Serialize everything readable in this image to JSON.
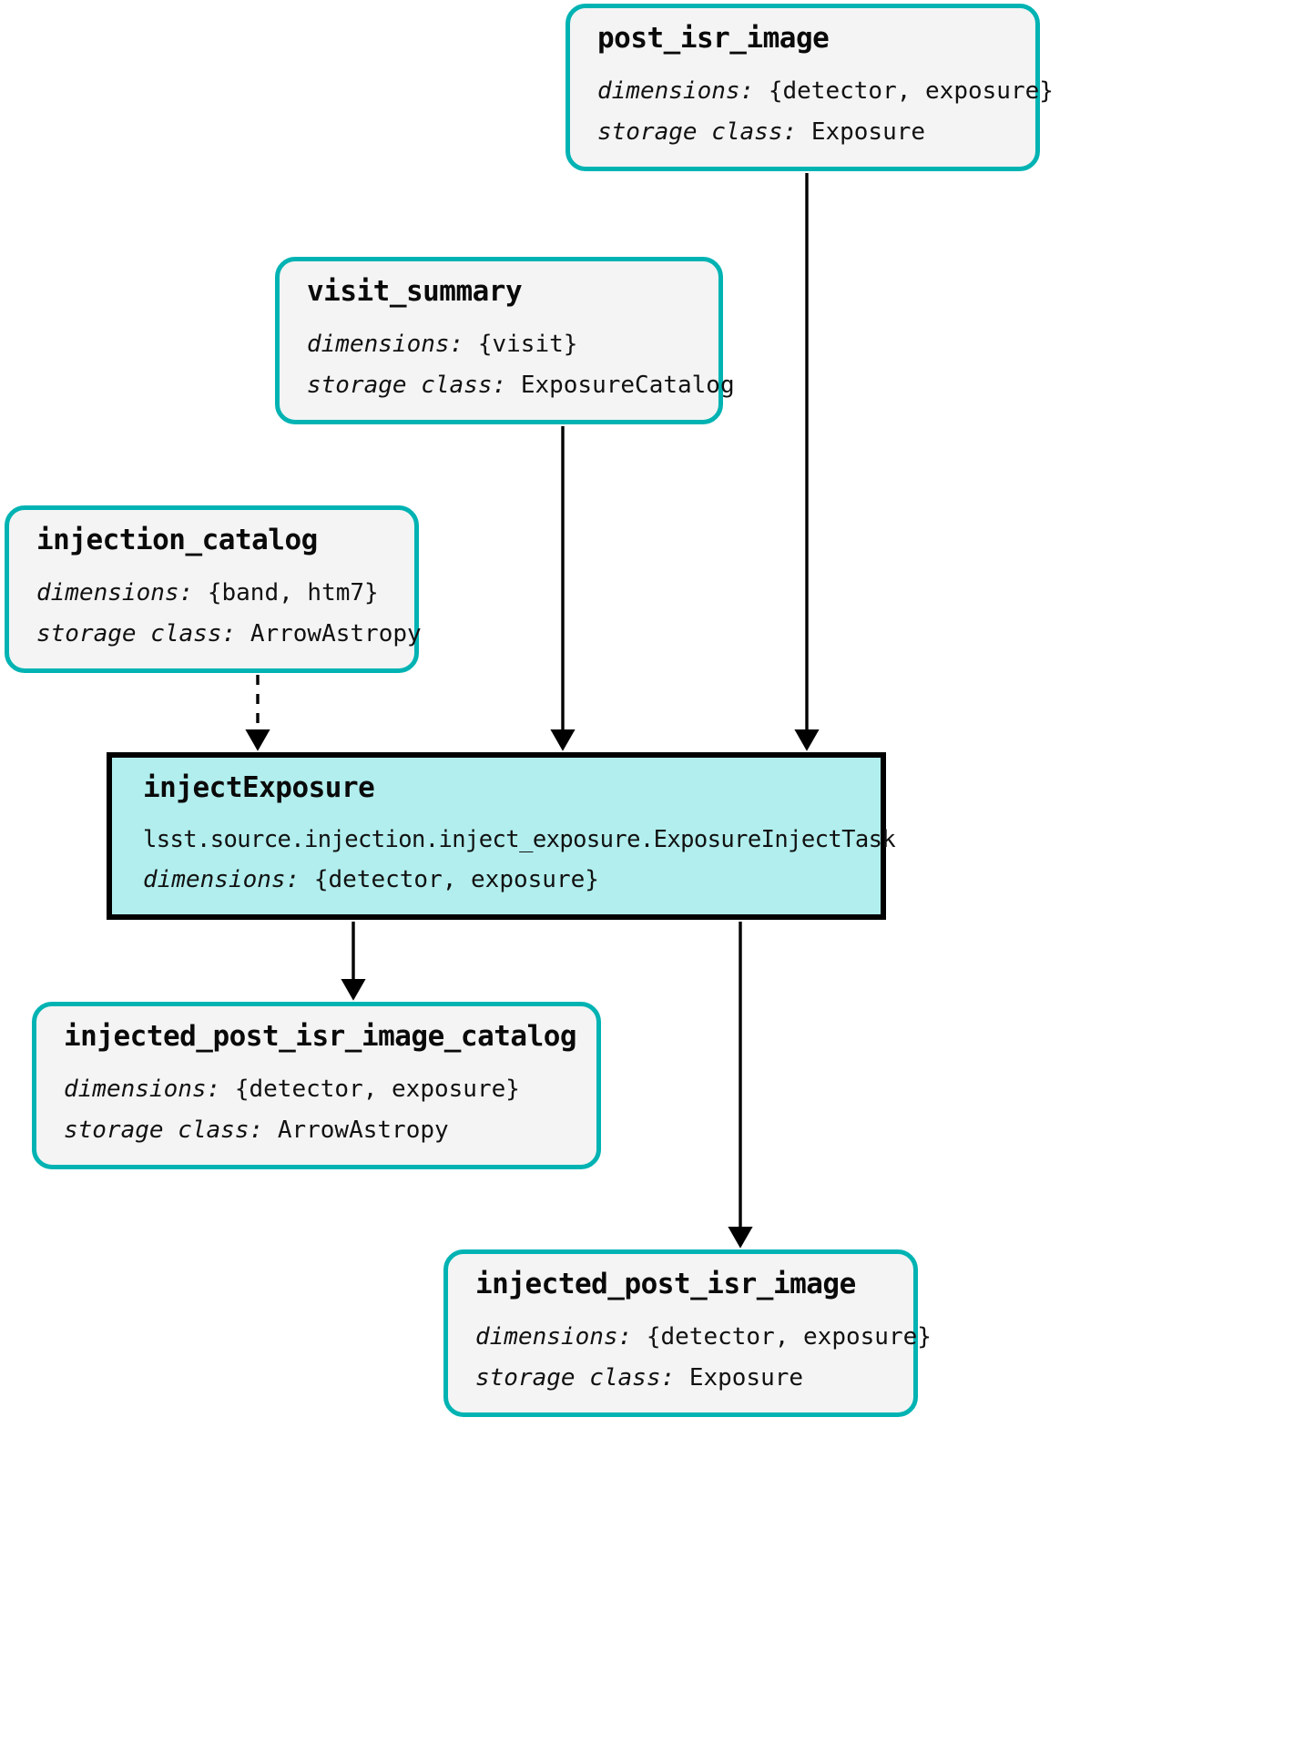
{
  "diagram": {
    "type": "pipeline-task-graph",
    "colors": {
      "dataset_border": "#00b3b3",
      "dataset_fill": "#f4f4f4",
      "task_border": "#000000",
      "task_fill": "#b2eeee",
      "edge": "#000000",
      "text": "#111111"
    },
    "labels": {
      "dimensions": "dimensions:",
      "storage_class": "storage class:"
    },
    "nodes": [
      {
        "id": "post_isr_image",
        "kind": "dataset",
        "title": "post_isr_image",
        "dimensions": "{detector, exposure}",
        "storage_class": "Exposure"
      },
      {
        "id": "visit_summary",
        "kind": "dataset",
        "title": "visit_summary",
        "dimensions": "{visit}",
        "storage_class": "ExposureCatalog"
      },
      {
        "id": "injection_catalog",
        "kind": "dataset",
        "title": "injection_catalog",
        "dimensions": "{band, htm7}",
        "storage_class": "ArrowAstropy"
      },
      {
        "id": "injectExposure",
        "kind": "task",
        "title": "injectExposure",
        "task_path": "lsst.source.injection.inject_exposure.ExposureInjectTask",
        "dimensions": "{detector, exposure}"
      },
      {
        "id": "injected_post_isr_image_catalog",
        "kind": "dataset",
        "title": "injected_post_isr_image_catalog",
        "dimensions": "{detector, exposure}",
        "storage_class": "ArrowAstropy"
      },
      {
        "id": "injected_post_isr_image",
        "kind": "dataset",
        "title": "injected_post_isr_image",
        "dimensions": "{detector, exposure}",
        "storage_class": "Exposure"
      }
    ],
    "edges": [
      {
        "from": "post_isr_image",
        "to": "injectExposure",
        "style": "solid"
      },
      {
        "from": "visit_summary",
        "to": "injectExposure",
        "style": "solid"
      },
      {
        "from": "injection_catalog",
        "to": "injectExposure",
        "style": "dashed"
      },
      {
        "from": "injectExposure",
        "to": "injected_post_isr_image_catalog",
        "style": "solid"
      },
      {
        "from": "injectExposure",
        "to": "injected_post_isr_image",
        "style": "solid"
      }
    ]
  }
}
